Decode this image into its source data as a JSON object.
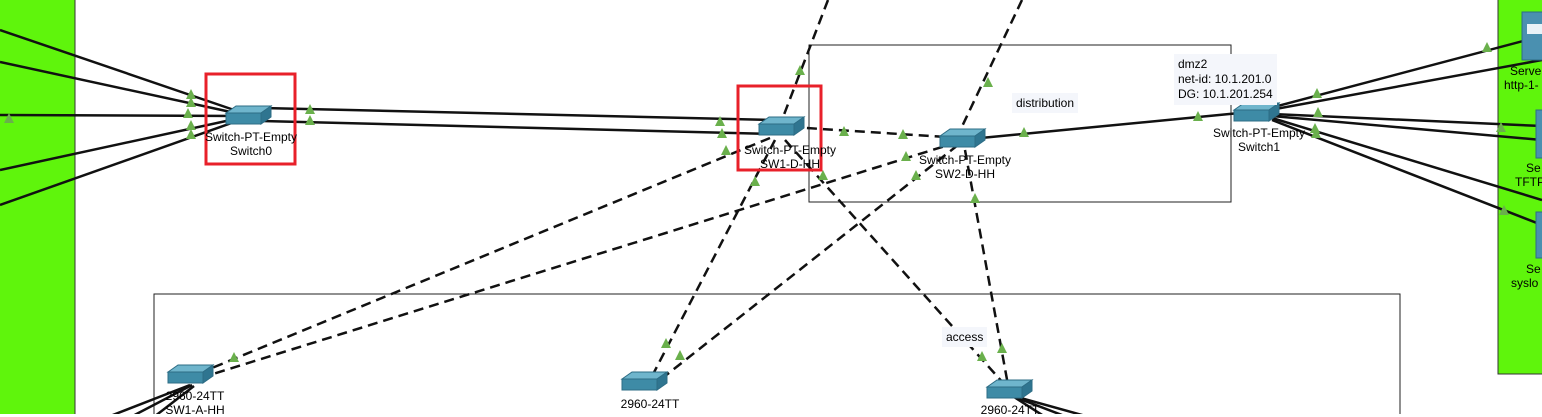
{
  "devices": {
    "switch0": {
      "model": "Switch-PT-Empty",
      "name": "Switch0"
    },
    "sw1": {
      "model": "Switch-PT-Empty",
      "name": "SW1-D-HH"
    },
    "sw2": {
      "model": "Switch-PT-Empty",
      "name": "SW2-D-HH"
    },
    "switch1": {
      "model": "Switch-PT-Empty",
      "name": "Switch1"
    },
    "access_left": {
      "model": "2960-24TT",
      "name": "SW1-A-HH"
    },
    "access_mid": {
      "model": "2960-24TT"
    },
    "access_right": {
      "model": "2960-24TT"
    }
  },
  "areas": {
    "distribution": "distribution",
    "access": "access"
  },
  "dmz_note": {
    "line1": "dmz2",
    "line2": "net-id: 10.1.201.0",
    "line3": "DG: 10.1.201.254"
  },
  "servers": {
    "s1_line1": "Serve",
    "s1_line2": "http-1-",
    "s2_line1": "Se",
    "s2_line2": "TFTP",
    "s3_line1": "Se",
    "s3_line2": "syslo"
  },
  "colors": {
    "cloud_green": "#5ff50c",
    "link_up": "#6ab04c",
    "switch_body": "#3e8ba6",
    "highlight": "#e8202a"
  }
}
